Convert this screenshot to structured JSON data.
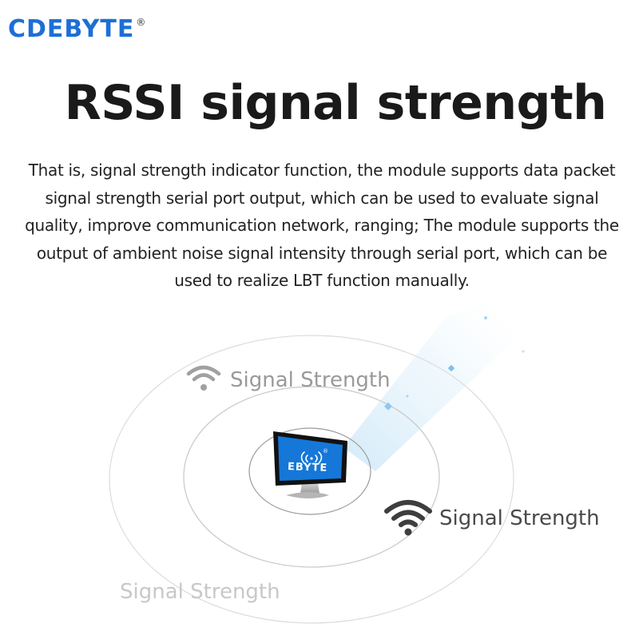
{
  "brand": {
    "name": "CDEBYTE",
    "registered": "®",
    "accent_color": "#1d6fd6"
  },
  "heading": {
    "title": "RSSI signal strength"
  },
  "description": {
    "text": "That is, signal strength indicator function, the module supports data packet signal strength serial port output, which can be used to evaluate signal quality, improve communication network, ranging; The module supports the output of ambient noise signal intensity through serial port, which can be used to realize LBT function manually."
  },
  "illustration": {
    "screen_logo": "EBYTE",
    "screen_registered": "®",
    "screen_color": "#1577d8",
    "signals": [
      {
        "label": "Signal Strength",
        "icon": "wifi-icon",
        "color": "#9a9a9a"
      },
      {
        "label": "Signal Strength",
        "icon": "wifi-icon",
        "color": "#4a4a4a"
      },
      {
        "label": "Signal Strength",
        "icon": "none",
        "color": "#c8c8c8"
      }
    ]
  }
}
